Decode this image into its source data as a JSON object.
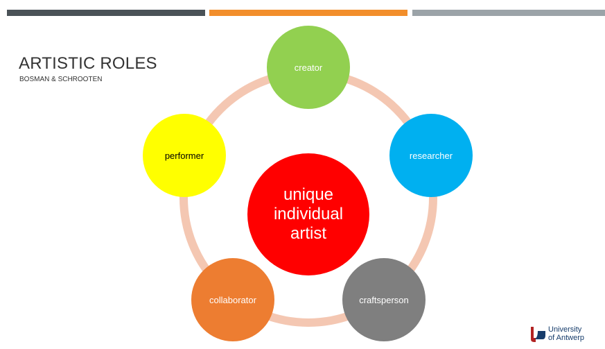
{
  "header": {
    "title": "ARTISTIC ROLES",
    "subtitle": "BOSMAN & SCHROOTEN"
  },
  "diagram": {
    "center": [
      "unique",
      "individual",
      "artist"
    ],
    "nodes": {
      "creator": "creator",
      "researcher": "researcher",
      "craftsperson": "craftsperson",
      "collaborator": "collaborator",
      "performer": "performer"
    }
  },
  "logo": {
    "line1": "University",
    "line2": "of Antwerp"
  },
  "colors": {
    "creator": "#92d050",
    "researcher": "#00b0f0",
    "craftsperson": "#7f7f7f",
    "collaborator": "#ed7d31",
    "performer": "#ffff00",
    "center": "#ff0000",
    "ring": "#f4c7b2"
  }
}
